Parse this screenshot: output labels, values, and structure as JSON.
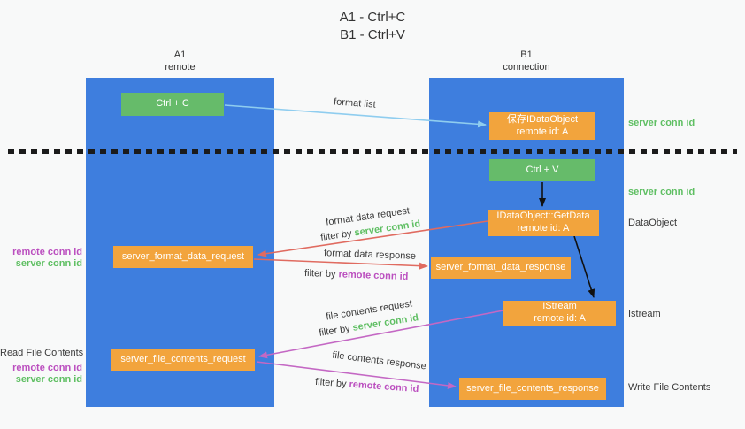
{
  "title": {
    "line1": "A1 - Ctrl+C",
    "line2": "B1 - Ctrl+V"
  },
  "columns": {
    "left": {
      "name": "A1",
      "subtitle": "remote"
    },
    "right": {
      "name": "B1",
      "subtitle": "connection"
    }
  },
  "nodes": {
    "ctrl_c": "Ctrl + C",
    "save_dataobject": {
      "line1": "保存IDataObject",
      "line2": "remote id: A"
    },
    "ctrl_v": "Ctrl + V",
    "getdata": {
      "line1": "IDataObject::GetData",
      "line2": "remote id: A"
    },
    "format_request": "server_format_data_request",
    "format_response": "server_format_data_response",
    "istream": {
      "line1": "IStream",
      "line2": "remote id: A"
    },
    "file_request": "server_file_contents_request",
    "file_response": "server_file_contents_response"
  },
  "labels": {
    "format_list": "format list",
    "filter_by": "filter by ",
    "server_conn_id": "server conn id",
    "remote_conn_id": "remote conn id",
    "format_data_request": "format data request",
    "format_data_response": "format data response",
    "file_contents_request": "file contents request",
    "file_contents_response": "file contents response",
    "dataobject": "DataObject",
    "istream": "Istream",
    "write_file_contents": "Write File Contents",
    "read_file_contents": "Read File Contents"
  },
  "colors": {
    "column_blue": "#3E7EDE",
    "box_green": "#66BB6A",
    "box_orange": "#F2A43D",
    "arrow_blue": "#8FCDEF",
    "arrow_black": "#111111",
    "arrow_red": "#E06B60",
    "arrow_violet": "#C468C4",
    "text_green": "#5FBF63",
    "text_magenta": "#BB4FBF",
    "divider": "#1B1B1B",
    "background": "#F8F9F9"
  }
}
